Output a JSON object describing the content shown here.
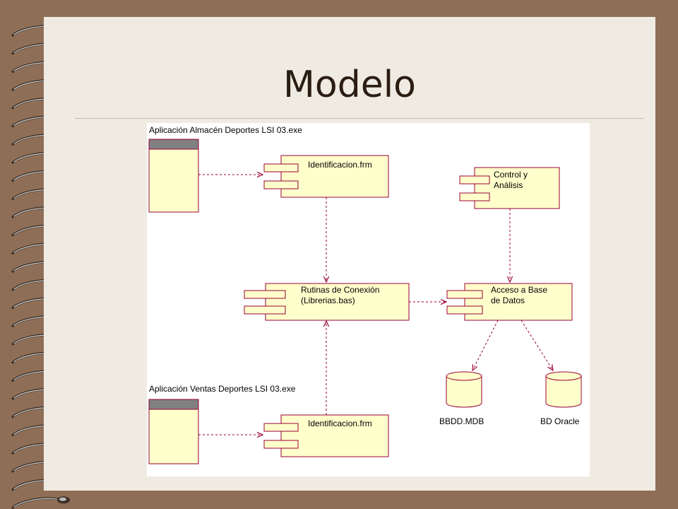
{
  "slide": {
    "title": "Modelo"
  },
  "diagram": {
    "packages": [
      {
        "id": "almacen",
        "label": "Aplicación Almacén Deportes LSI 03.exe"
      },
      {
        "id": "ventas",
        "label": "Aplicación Ventas Deportes LSI 03.exe"
      }
    ],
    "components": [
      {
        "id": "ident1",
        "label": "Identificacion.frm"
      },
      {
        "id": "control",
        "label": "Control y\nAnálisis"
      },
      {
        "id": "rutinas",
        "label": "Rutinas de Conexión\n(Librerias.bas)"
      },
      {
        "id": "acceso",
        "label": "Acceso a Base\nde Datos"
      },
      {
        "id": "ident2",
        "label": "Identificacion.frm"
      }
    ],
    "databases": [
      {
        "id": "bbdd",
        "label": "BBDD.MDB"
      },
      {
        "id": "oracle",
        "label": "BD Oracle"
      }
    ]
  },
  "colors": {
    "component_fill": "#ffffcc",
    "component_stroke": "#990033",
    "arrow": "#990033",
    "package_header": "#808080",
    "frame": "#8f6e57",
    "slide": "#efebe3"
  }
}
